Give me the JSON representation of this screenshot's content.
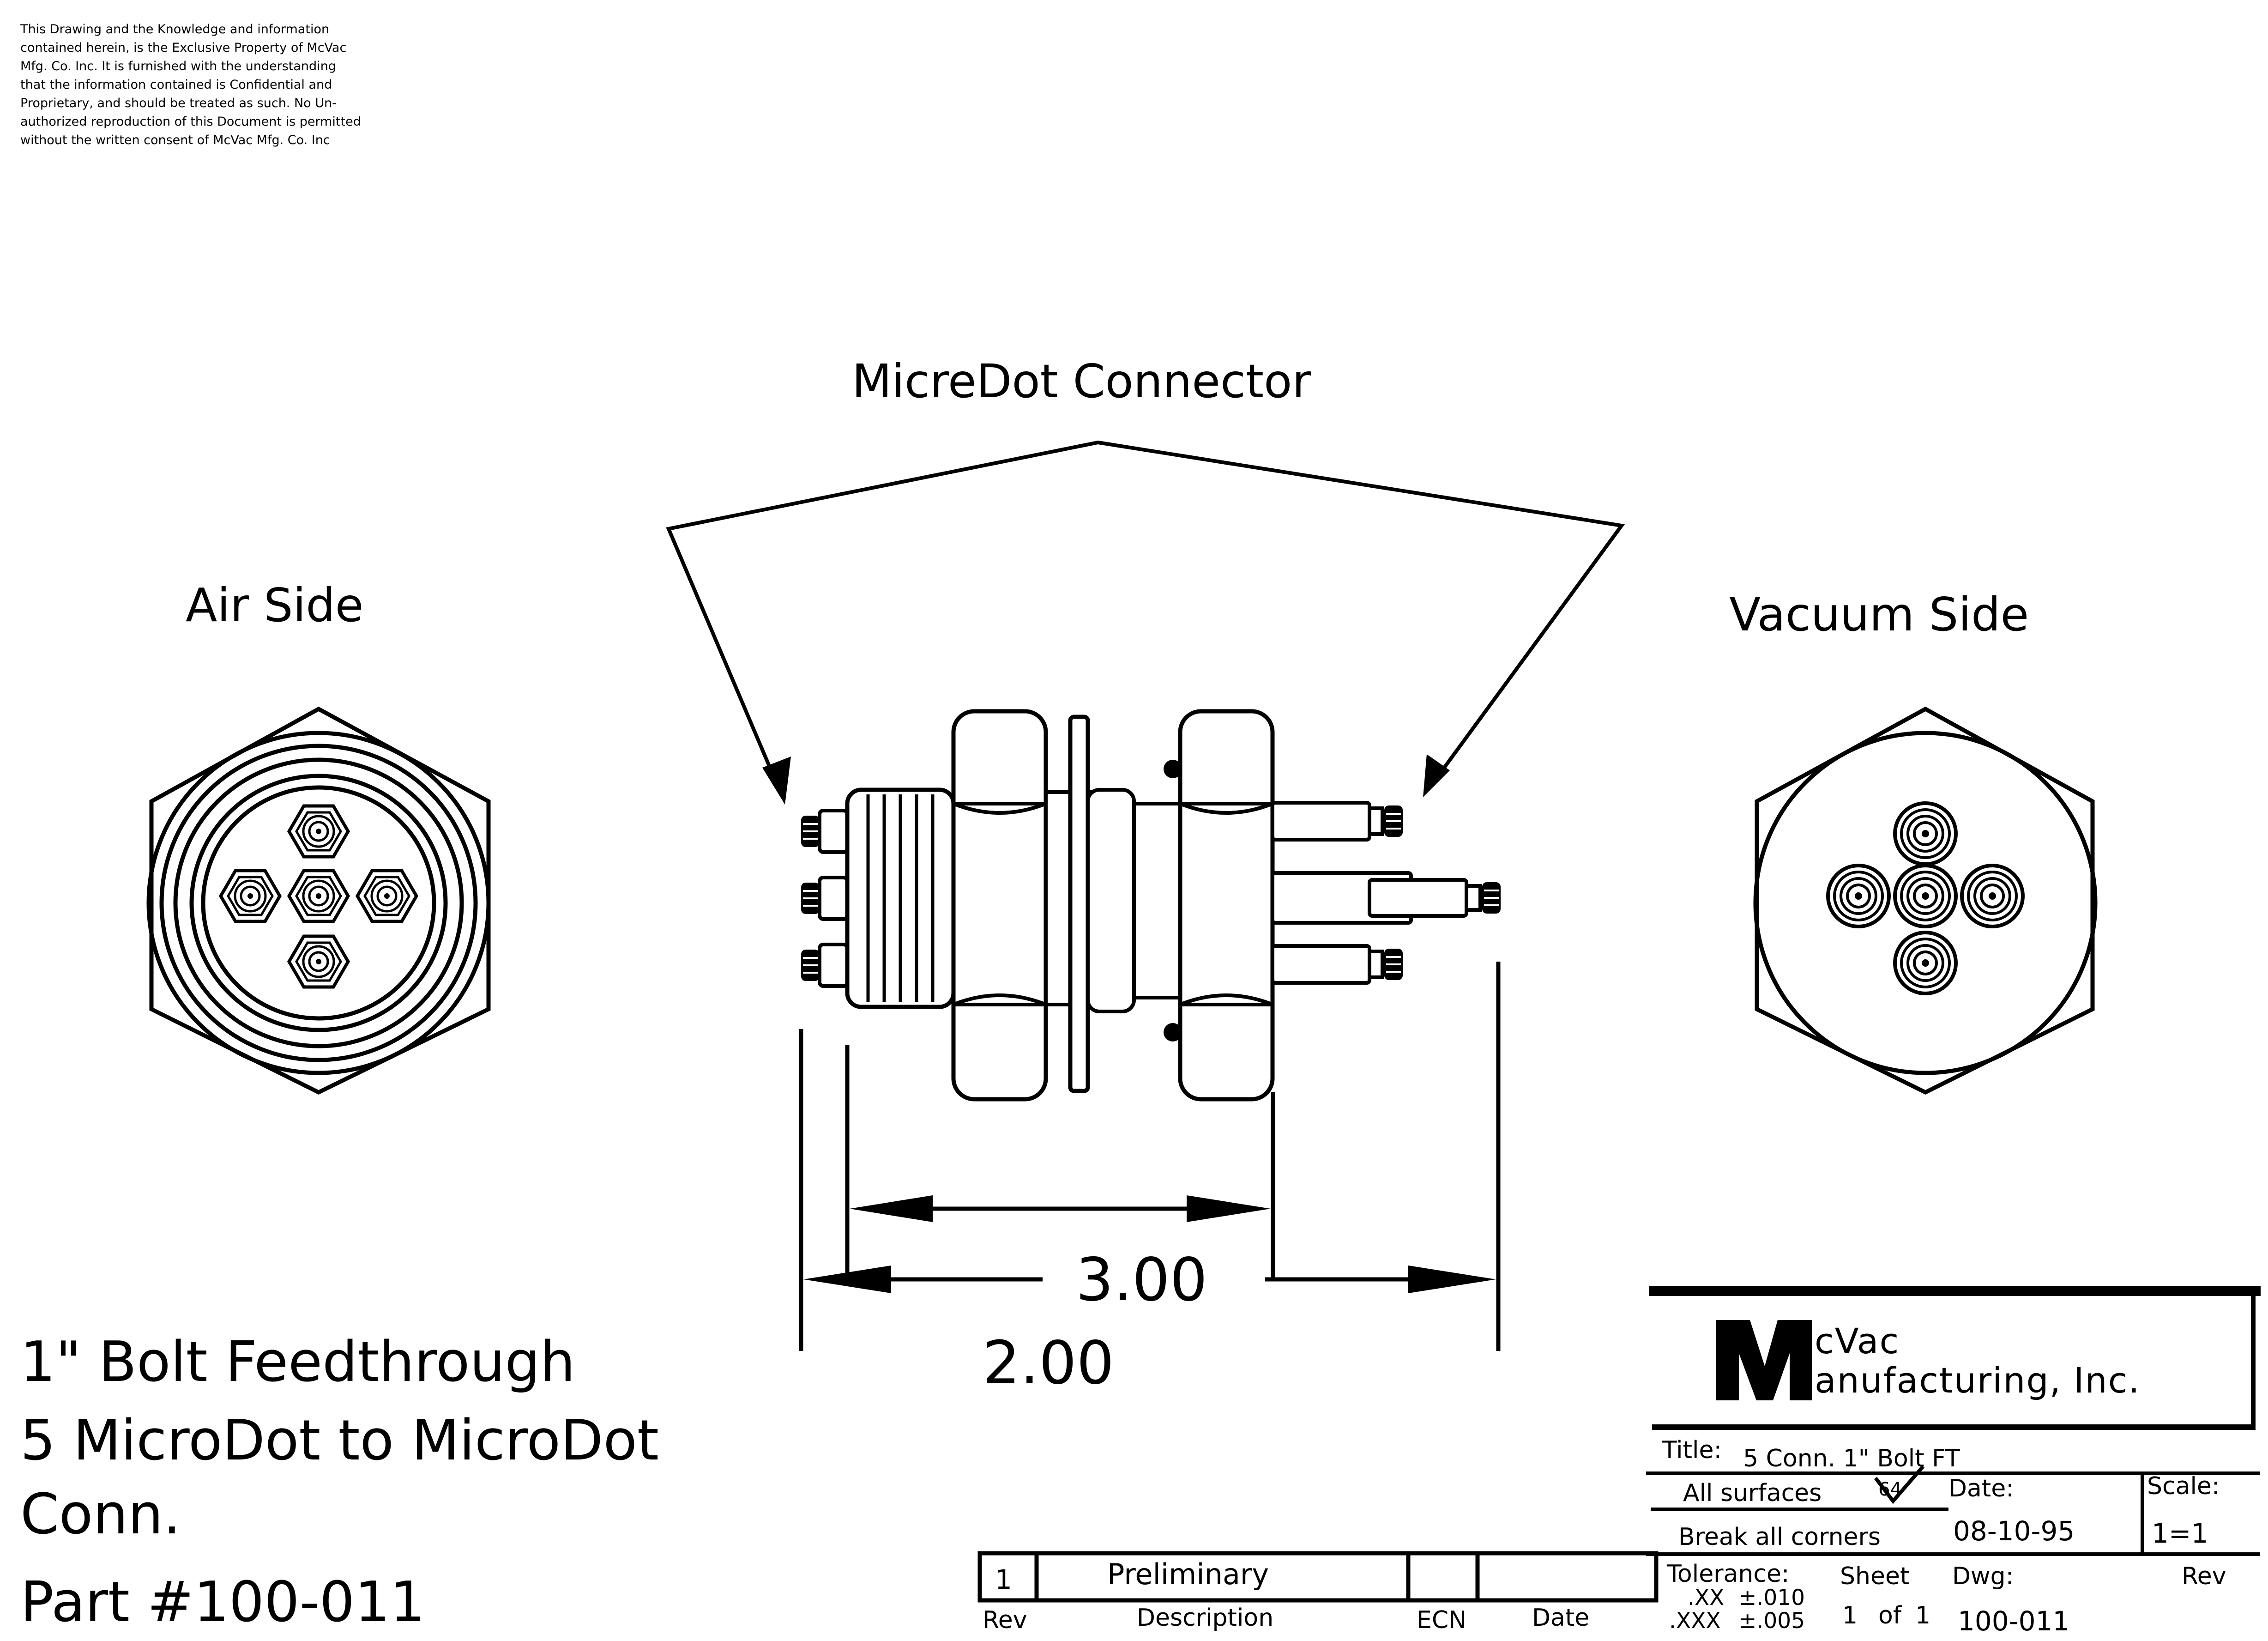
{
  "notice": [
    "This Drawing and the Knowledge and information",
    "contained herein, is the Exclusive Property of McVac",
    "Mfg. Co. Inc. It is furnished with the understanding",
    "that the information contained is Confidential and",
    "Proprietary, and should be treated as such. No Un-",
    "authorized reproduction of this Document is permitted",
    "without the written consent of McVac Mfg. Co. Inc"
  ],
  "labels": {
    "connector": "MicreDot Connector",
    "air_side": "Air Side",
    "vacuum_side": "Vacuum Side"
  },
  "dimensions": {
    "overall": "3.00",
    "inner": "2.00"
  },
  "part_description": {
    "line1": "1\" Bolt Feedthrough",
    "line2": "5 MicroDot to MicroDot",
    "line3": "Conn.",
    "line4": "Part #100-011"
  },
  "title_block": {
    "company_initial": "M",
    "company_line1": "cVac",
    "company_line2": "anufacturing, Inc.",
    "title_label": "Title:",
    "title_value": "5 Conn. 1\" Bolt FT",
    "all_surfaces": "All surfaces",
    "finish_number": "64",
    "break_corners": "Break all corners",
    "date_label": "Date:",
    "date_value": "08-10-95",
    "scale_label": "Scale:",
    "scale_value": "1=1",
    "tolerance_label": "Tolerance:",
    "tol_xx": ".XX",
    "tol_xx_value": "±.010",
    "tol_xxx": ".XXX",
    "tol_xxx_value": "±.005",
    "sheet_label": "Sheet",
    "sheet_number": "1",
    "sheet_of": "of",
    "sheet_total": "1",
    "dwg_label": "Dwg:",
    "dwg_value": "100-011",
    "rev_label": "Rev"
  },
  "revision_table": {
    "rev": "1",
    "description": "Preliminary",
    "ecn": "",
    "date": "",
    "headers": {
      "rev": "Rev",
      "description": "Description",
      "ecn": "ECN",
      "date": "Date"
    }
  }
}
